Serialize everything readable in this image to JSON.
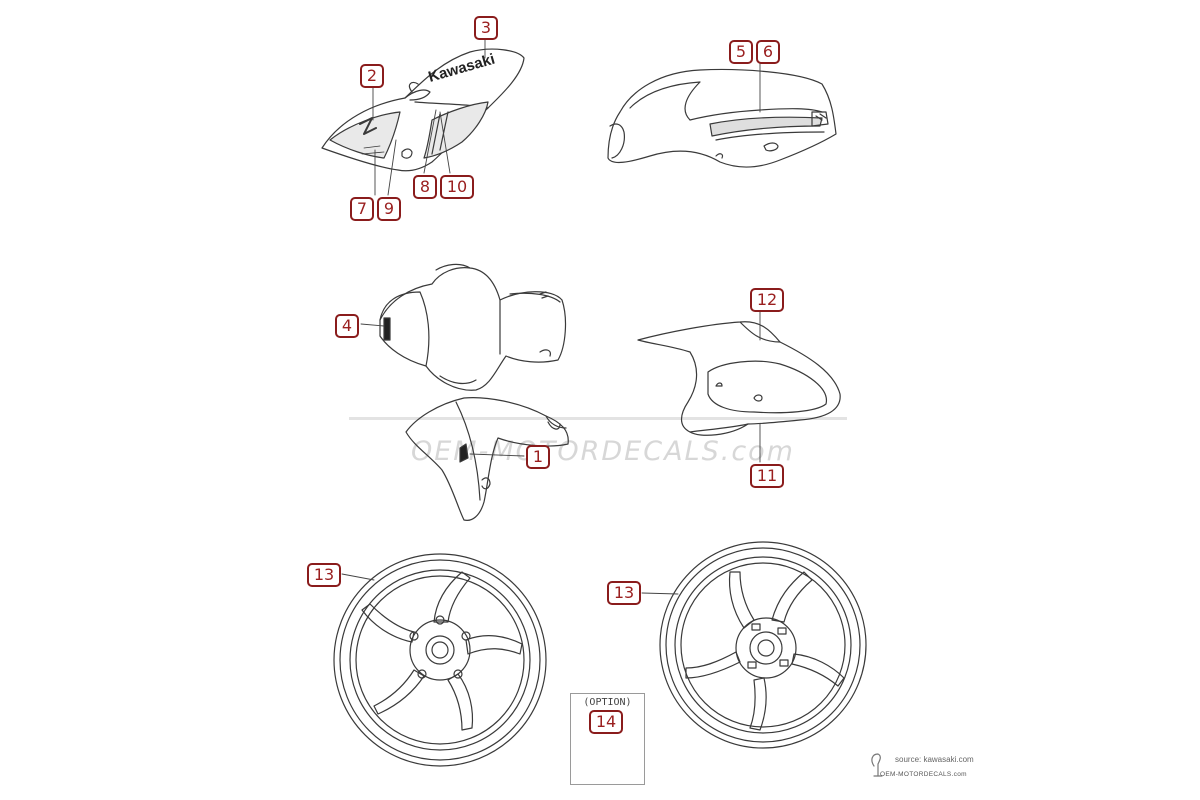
{
  "callouts": {
    "c1": "1",
    "c2": "2",
    "c3": "3",
    "c4": "4",
    "c5": "5",
    "c6": "6",
    "c7": "7",
    "c8": "8",
    "c9": "9",
    "c10": "10",
    "c11": "11",
    "c12": "12",
    "c13a": "13",
    "c13b": "13",
    "c14": "14"
  },
  "option_label": "(OPTION)",
  "tank_brand_text": "Kawasaki",
  "watermark": "OEM-MOTORDECALS.com",
  "source_text": "source: kawasaki.com",
  "site_text": "OEM-MOTORDECALS.com",
  "colors": {
    "callout_border": "#8a1c1c",
    "callout_text": "#9a1f1f",
    "line_art": "#3a3a3a",
    "watermark": "#d7d7d7"
  }
}
